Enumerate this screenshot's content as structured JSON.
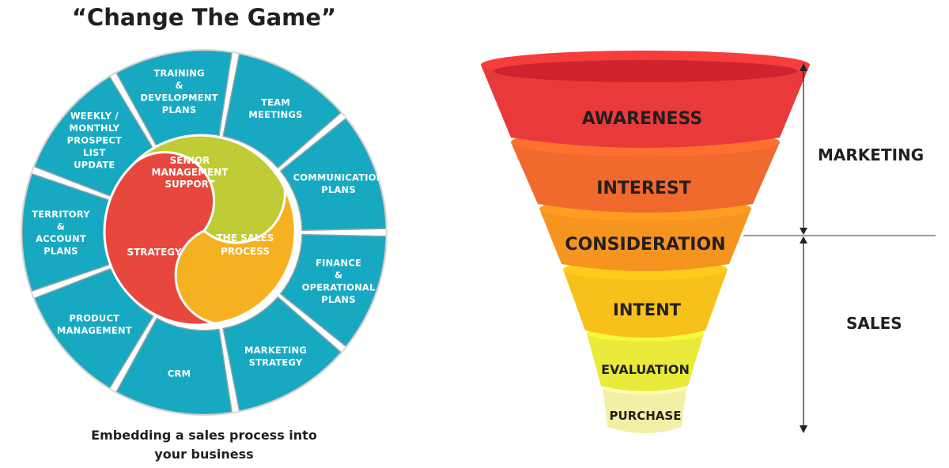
{
  "wheel": {
    "title": "“Change The Game”",
    "caption_line1": "Embedding a sales process into",
    "caption_line2": "your business",
    "segments": [
      "TRAINING & DEVELOPMENT PLANS",
      "TEAM MEETINGS",
      "COMMUNICATION PLANS",
      "FINANCE & OPERATIONAL PLANS",
      "MARKETING STRATEGY",
      "CRM",
      "PRODUCT MANAGEMENT",
      "TERRITORY & ACCOUNT PLANS",
      "WEEKLY / MONTHLY PROSPECT LIST UPDATE"
    ],
    "core": {
      "senior_line1": "SENIOR",
      "senior_line2": "MANAGEMENT",
      "senior_line3": "SUPPORT",
      "strategy": "STRATEGY",
      "sales_line1": "THE SALES",
      "sales_line2": "PROCESS"
    },
    "colors": {
      "ring": "#17a9c2",
      "ring_gap": "#9aa3a8",
      "senior": "#bfcc35",
      "strategy": "#e8473d",
      "sales_process": "#f5b120"
    }
  },
  "funnel": {
    "stages": [
      {
        "label": "AWARENESS",
        "color": "#e83a3a"
      },
      {
        "label": "INTEREST",
        "color": "#ef6a2c"
      },
      {
        "label": "CONSIDERATION",
        "color": "#f5941f"
      },
      {
        "label": "INTENT",
        "color": "#f8c01b"
      },
      {
        "label": "EVALUATION",
        "color": "#eaea3a"
      },
      {
        "label": "PURCHASE",
        "color": "#f2f0a6"
      }
    ],
    "marketing_label": "MARKETING",
    "sales_label": "SALES"
  }
}
